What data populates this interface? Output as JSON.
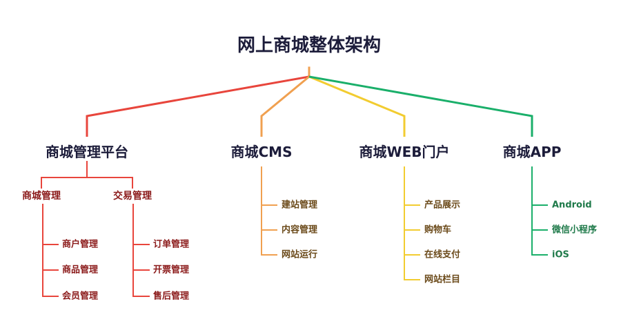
{
  "title": "网上商城整体架构",
  "colors": {
    "red": "#e8453c",
    "orange": "#f0a050",
    "yellow": "#f2cc30",
    "green": "#1aaf6a",
    "title_text": "#1c1c3a"
  },
  "branches": [
    {
      "label": "商城管理平台",
      "color": "red",
      "sub_groups": [
        {
          "label": "商城管理",
          "items": [
            "商户管理",
            "商品管理",
            "会员管理"
          ]
        },
        {
          "label": "交易管理",
          "items": [
            "订单管理",
            "开票管理",
            "售后管理"
          ]
        }
      ]
    },
    {
      "label": "商城CMS",
      "color": "orange",
      "items": [
        "建站管理",
        "内容管理",
        "网站运行"
      ]
    },
    {
      "label": "商城WEB门户",
      "color": "yellow",
      "items": [
        "产品展示",
        "购物车",
        "在线支付",
        "网站栏目"
      ]
    },
    {
      "label": "商城APP",
      "color": "green",
      "items": [
        "Android",
        "微信小程序",
        "iOS"
      ]
    }
  ]
}
